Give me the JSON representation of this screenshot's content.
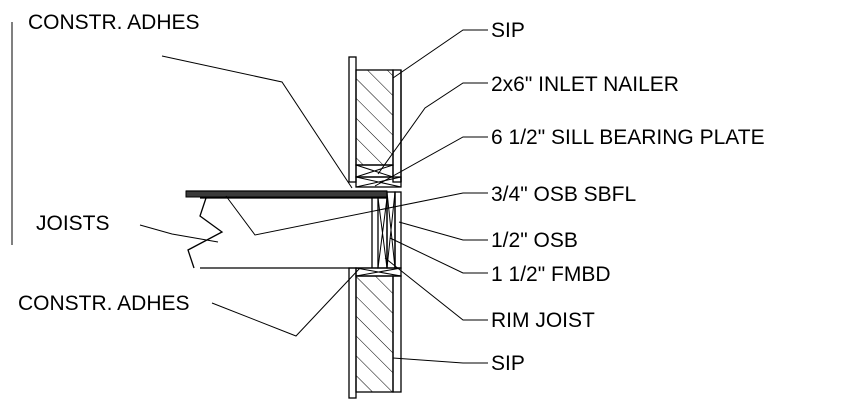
{
  "labels": {
    "constr_adhes_top": "CONSTR. ADHES",
    "sip_top": "SIP",
    "inlet_nailer": "2x6\" INLET NAILER",
    "sill_bearing_plate": "6 1/2\" SILL BEARING PLATE",
    "osb_sbfl": "3/4\" OSB SBFL",
    "joists": "JOISTS",
    "half_osb": "1/2\" OSB",
    "fmbd": "1 1/2\" FMBD",
    "constr_adhes_bottom": "CONSTR. ADHES",
    "rim_joist": "RIM JOIST",
    "sip_bottom": "SIP"
  }
}
